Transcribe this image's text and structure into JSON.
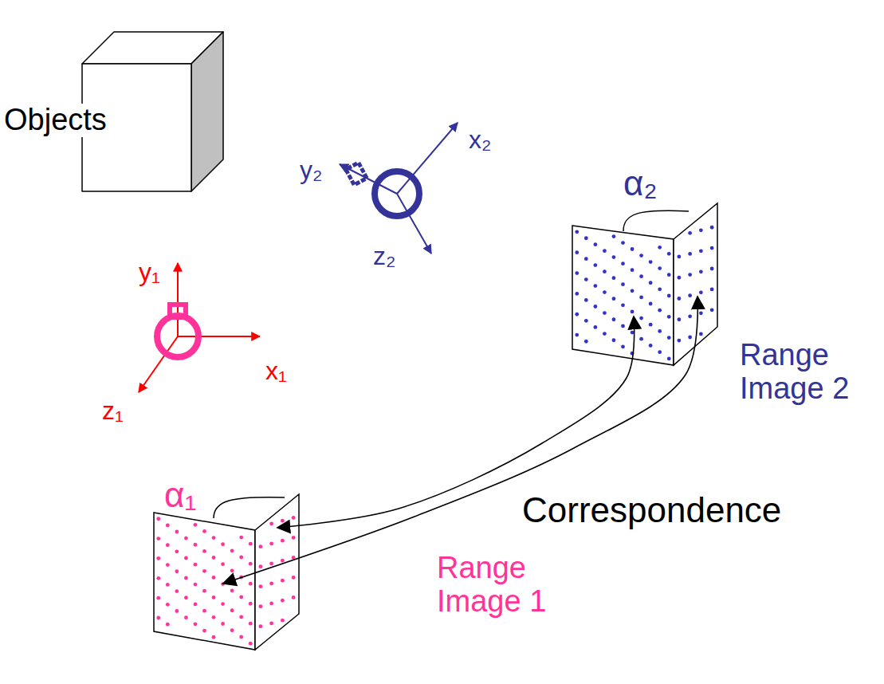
{
  "diagram": {
    "nodes": [
      {
        "text": [
          "Objects"
        ]
      },
      {
        "text": [
          "Range Image 2"
        ]
      },
      {
        "text": [
          "Range Image 1"
        ]
      }
    ],
    "edges": [
      {
        "from": 1,
        "to": 2,
        "arrow": "both"
      },
      {
        "from": 1,
        "to": 2,
        "arrow": "both"
      }
    ],
    "labels": [
      "y₂",
      "x₂",
      "z₂",
      "y₁",
      "x₁",
      "z₁",
      "α₂",
      "α₁",
      "Correspondence"
    ]
  }
}
